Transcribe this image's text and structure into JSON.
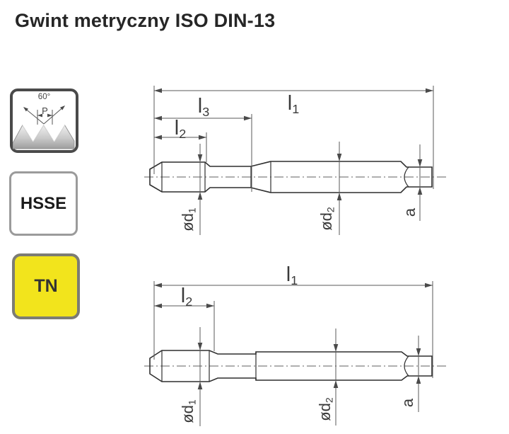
{
  "title": "Gwint metryczny ISO DIN-13",
  "sidebar": {
    "profile_icon": {
      "angle_label": "60°",
      "pitch_label": "P"
    },
    "material_label": "HSSE",
    "coating_label": "TN"
  },
  "colors": {
    "coating_badge_bg": "#F2E41C",
    "drawing_outline": "#2F2F2F",
    "dimension_line": "#5A5A5A"
  },
  "dim_labels": {
    "l1_base": "l",
    "l1_sub": "1",
    "l2_base": "l",
    "l2_sub": "2",
    "l3_base": "l",
    "l3_sub": "3",
    "d1_base": "ød",
    "d1_sub": "1",
    "d2_base": "ød",
    "d2_sub": "2",
    "a_label": "a"
  }
}
